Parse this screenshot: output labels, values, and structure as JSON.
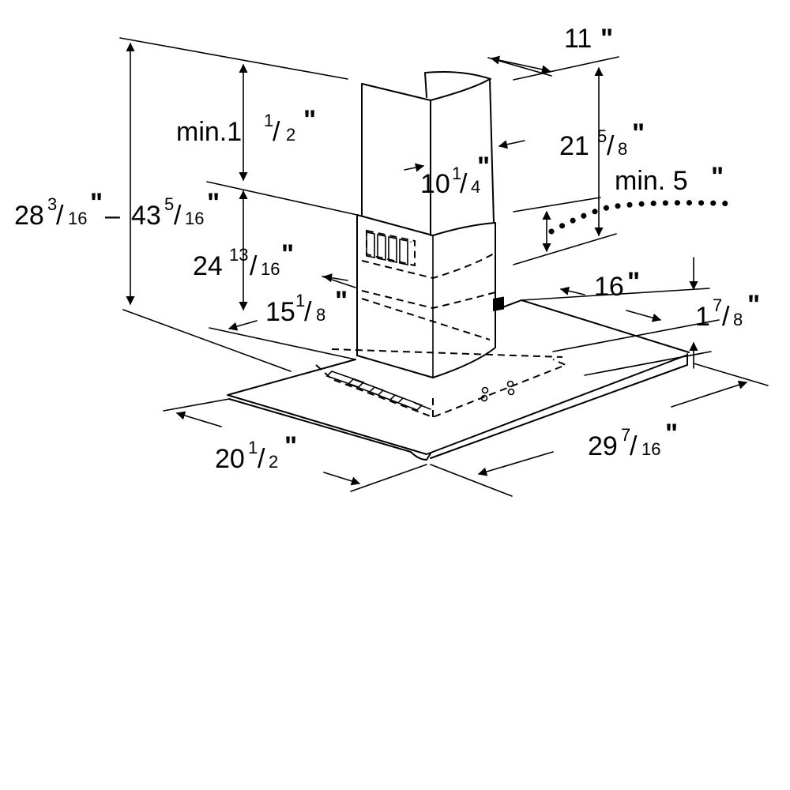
{
  "dimensions": {
    "chimney_width": {
      "whole": "11",
      "mark": "\""
    },
    "min_clearance_top": {
      "prefix": "min.",
      "whole": "1",
      "num": "1",
      "den": "2",
      "mark": "\""
    },
    "chimney_height": {
      "whole": "21",
      "num": "5",
      "den": "8",
      "mark": "\""
    },
    "min_vent": {
      "prefix": "min. ",
      "whole": "5",
      "mark": "\""
    },
    "chimney_depth": {
      "whole": "10",
      "num": "1",
      "den": "4",
      "mark": "\""
    },
    "overall_height": {
      "min_whole": "28",
      "min_num": "3",
      "min_den": "16",
      "dash": "–",
      "max_whole": "43",
      "max_num": "5",
      "max_den": "16",
      "mark": "\""
    },
    "lower_height": {
      "whole": "24",
      "num": "13",
      "den": "16",
      "mark": "\""
    },
    "depth_offset": {
      "whole": "15",
      "num": "1",
      "den": "8",
      "mark": "\""
    },
    "inner_width": {
      "whole": "16",
      "mark": "\""
    },
    "canopy_thickness": {
      "whole": "1",
      "num": "7",
      "den": "8",
      "mark": "\""
    },
    "canopy_depth": {
      "whole": "20",
      "num": "1",
      "den": "2",
      "mark": "\""
    },
    "canopy_width": {
      "whole": "29",
      "num": "7",
      "den": "16",
      "mark": "\""
    }
  }
}
